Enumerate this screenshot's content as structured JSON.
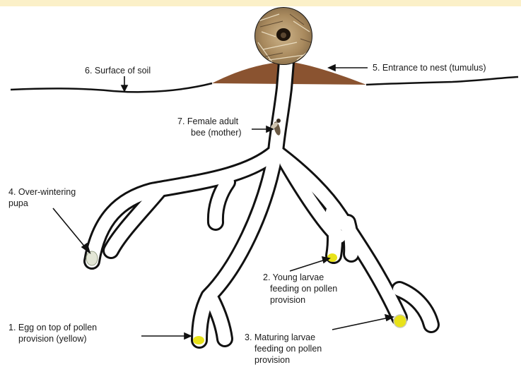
{
  "labels": {
    "l1": [
      "1. Egg on top of pollen",
      "provision (yellow)"
    ],
    "l2": [
      "2. Young larvae",
      "feeding on pollen",
      "provision"
    ],
    "l3": [
      "3. Maturing larvae",
      "feeding on pollen",
      "provision"
    ],
    "l4": [
      "4. Over-wintering",
      "pupa"
    ],
    "l5": [
      "5. Entrance to nest (tumulus)"
    ],
    "l6": [
      "6. Surface of soil"
    ],
    "l7": [
      "7. Female adult",
      "bee (mother)"
    ]
  },
  "colors": {
    "banner": "#fbf0c8",
    "tunnel_outline": "#111111",
    "tumulus": "#8a5330",
    "pollen": "#e8e21a",
    "pupa": "#e3e6d6",
    "photo_soil": "#b89a70"
  },
  "icons": [
    "bee-icon",
    "nest-entrance-photo"
  ]
}
